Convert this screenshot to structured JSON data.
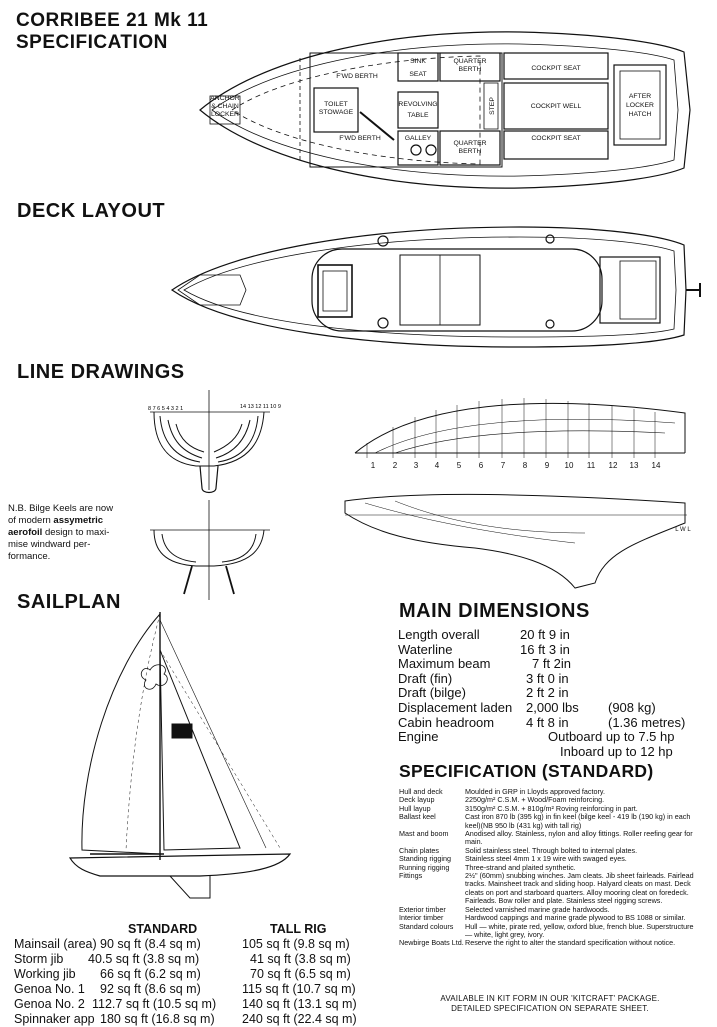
{
  "titles": {
    "main_line1": "CORRIBEE 21 Mk 11",
    "main_line2": "SPECIFICATION",
    "deck": "DECK LAYOUT",
    "lines": "LINE DRAWINGS",
    "sailplan": "SAILPLAN",
    "dimensions": "MAIN DIMENSIONS",
    "specification": "SPECIFICATION (STANDARD)"
  },
  "plan_labels": {
    "anchor1": "ANCHOR",
    "anchor2": "& CHAIN",
    "anchor3": "LOCKER",
    "fwd_berth_top": "F'WD BERTH",
    "fwd_berth_bottom": "F'WD BERTH",
    "toilet1": "TOILET",
    "toilet2": "STOWAGE",
    "sink": "SINK",
    "seat": "SEAT",
    "revolving1": "REVOLVING",
    "revolving2": "TABLE",
    "galley": "GALLEY",
    "quarter_top1": "QUARTER",
    "quarter_top2": "BERTH",
    "quarter_bot1": "QUARTER",
    "quarter_bot2": "BERTH",
    "step": "STEP",
    "cockpit_seat_top": "COCKPIT SEAT",
    "cockpit_well": "COCKPIT WELL",
    "cockpit_seat_bottom": "COCKPIT SEAT",
    "after1": "AFTER",
    "after2": "LOCKER",
    "after3": "HATCH"
  },
  "station_numbers": [
    "1",
    "2",
    "3",
    "4",
    "5",
    "6",
    "7",
    "8",
    "9",
    "10",
    "11",
    "12",
    "13",
    "14"
  ],
  "section_left_numbers": "8 7 6 5 4 3 2 1",
  "section_right_numbers": "14 13 12 11 10 9",
  "lwl": "L W L",
  "note": {
    "line1": "N.B. Bilge Keels are now",
    "line2a": "of modern ",
    "line2b": "assymetric",
    "line3a": "aerofoil",
    "line3b": " design to maxi-",
    "line4": "mise windward per-",
    "line5": "formance."
  },
  "dimensions": [
    {
      "label": "Length overall",
      "value": "20 ft 9 in",
      "extra": ""
    },
    {
      "label": "Waterline",
      "value": "16 ft 3 in",
      "extra": ""
    },
    {
      "label": "Maximum beam",
      "value": "7 ft 2in",
      "extra": ""
    },
    {
      "label": "Draft (fin)",
      "value": "3 ft 0 in",
      "extra": ""
    },
    {
      "label": "Draft (bilge)",
      "value": "2 ft 2 in",
      "extra": ""
    },
    {
      "label": "Displacement laden",
      "value": "2,000 lbs",
      "extra": "(908 kg)"
    },
    {
      "label": "Cabin headroom",
      "value": "4 ft 8 in",
      "extra": "(1.36 metres)"
    },
    {
      "label": "Engine",
      "value": "Outboard up to 7.5 hp",
      "extra": ""
    },
    {
      "label": "",
      "value": "Inboard up to 12 hp",
      "extra": ""
    }
  ],
  "spec": [
    {
      "k": "Hull and deck",
      "v": "Moulded in GRP in Lloyds approved factory."
    },
    {
      "k": "Deck layup",
      "v": "2250g/m² C.S.M. + Wood/Foam reinforcing."
    },
    {
      "k": "Hull layup",
      "v": "3150g/m² C.S.M. + 810g/m² Roving reinforcing in part."
    },
    {
      "k": "Ballast keel",
      "v": "Cast iron 870 lb (395 kg) in fin keel (bilge keel - 419 lb (190 kg) in each keel)(NB 950 lb (431 kg) with tall rig)"
    },
    {
      "k": "Mast and boom",
      "v": "Anodised alloy. Stainless, nylon and alloy fittings. Roller reefing gear for main."
    },
    {
      "k": "Chain plates",
      "v": "Solid stainless steel. Through bolted to internal plates."
    },
    {
      "k": "Standing rigging",
      "v": "Stainless steel 4mm 1 x 19 wire with swaged eyes."
    },
    {
      "k": "Running rigging",
      "v": "Three-strand and plaited synthetic."
    },
    {
      "k": "Fittings",
      "v": "2½\" (60mm) snubbing winches. Jam cleats. Jib sheet fairleads. Fairlead tracks. Mainsheet track and sliding hoop. Halyard cleats on mast. Deck cleats on port and starboard quarters. Alloy mooring cleat on foredeck. Fairleads. Bow roller and plate. Stainless steel rigging screws."
    },
    {
      "k": "Exterior timber",
      "v": "Selected varnished marine grade hardwoods."
    },
    {
      "k": "Interior timber",
      "v": "Hardwood cappings and marine grade plywood to BS 1088 or similar."
    },
    {
      "k": "Standard colours",
      "v": "Hull — white, pirate red, yellow, oxford blue, french blue. Superstructure — white, light grey, ivory."
    },
    {
      "k": "Newbirge Boats Ltd.",
      "v": "Reserve the right to alter the standard specification without notice."
    }
  ],
  "sails": {
    "header_standard": "STANDARD",
    "header_tall": "TALL RIG",
    "rows": [
      {
        "name": "Mainsail (area)",
        "std": "90 sq ft (8.4 sq m)",
        "tall": "105 sq ft (9.8 sq m)"
      },
      {
        "name": "Storm jib",
        "std": "40.5 sq ft (3.8 sq m)",
        "tall": "41 sq ft (3.8 sq m)"
      },
      {
        "name": "Working jib",
        "std": "66 sq ft (6.2 sq m)",
        "tall": "70 sq ft (6.5 sq m)"
      },
      {
        "name": "Genoa No. 1",
        "std": "92 sq ft (8.6 sq m)",
        "tall": "115 sq ft (10.7 sq m)"
      },
      {
        "name": "Genoa No. 2",
        "std": "112.7 sq ft (10.5 sq m)",
        "tall": "140 sq ft (13.1 sq m)"
      },
      {
        "name": "Spinnaker app",
        "std": "180 sq ft (16.8 sq m)",
        "tall": "240 sq ft (22.4 sq m)"
      }
    ]
  },
  "footer": {
    "line1": "AVAILABLE IN KIT FORM IN OUR 'KITCRAFT' PACKAGE.",
    "line2": "DETAILED SPECIFICATION ON SEPARATE SHEET."
  }
}
